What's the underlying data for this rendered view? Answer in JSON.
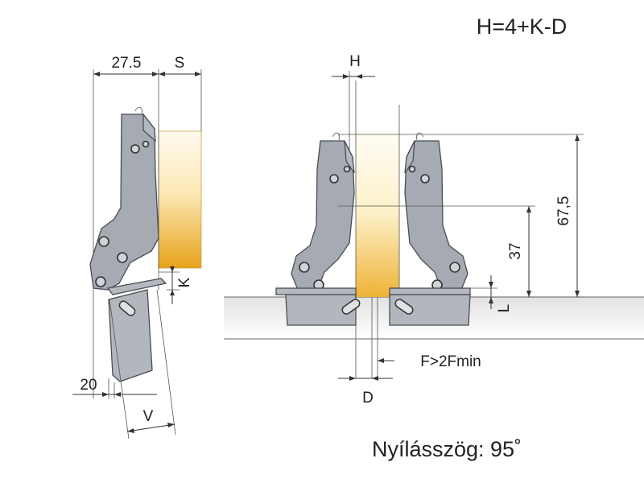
{
  "formula": "H=4+K-D",
  "opening_angle_text": "Nyílásszög: 95˚",
  "dimensions": {
    "width_27_5": "27.5",
    "s": "S",
    "h": "H",
    "k": "K",
    "d": "D",
    "l": "L",
    "v": "V",
    "twenty": "20",
    "height_37": "37",
    "height_67_5": "67,5",
    "f_gap": "F>2Fmin"
  },
  "colors": {
    "hinge_metal": "#a6aab2",
    "door_panel_light": "#fff7df",
    "door_panel_dark": "#e8a81e",
    "cabinet_side_light": "#ffffff",
    "cabinet_side_dark": "#e3e3e3"
  }
}
